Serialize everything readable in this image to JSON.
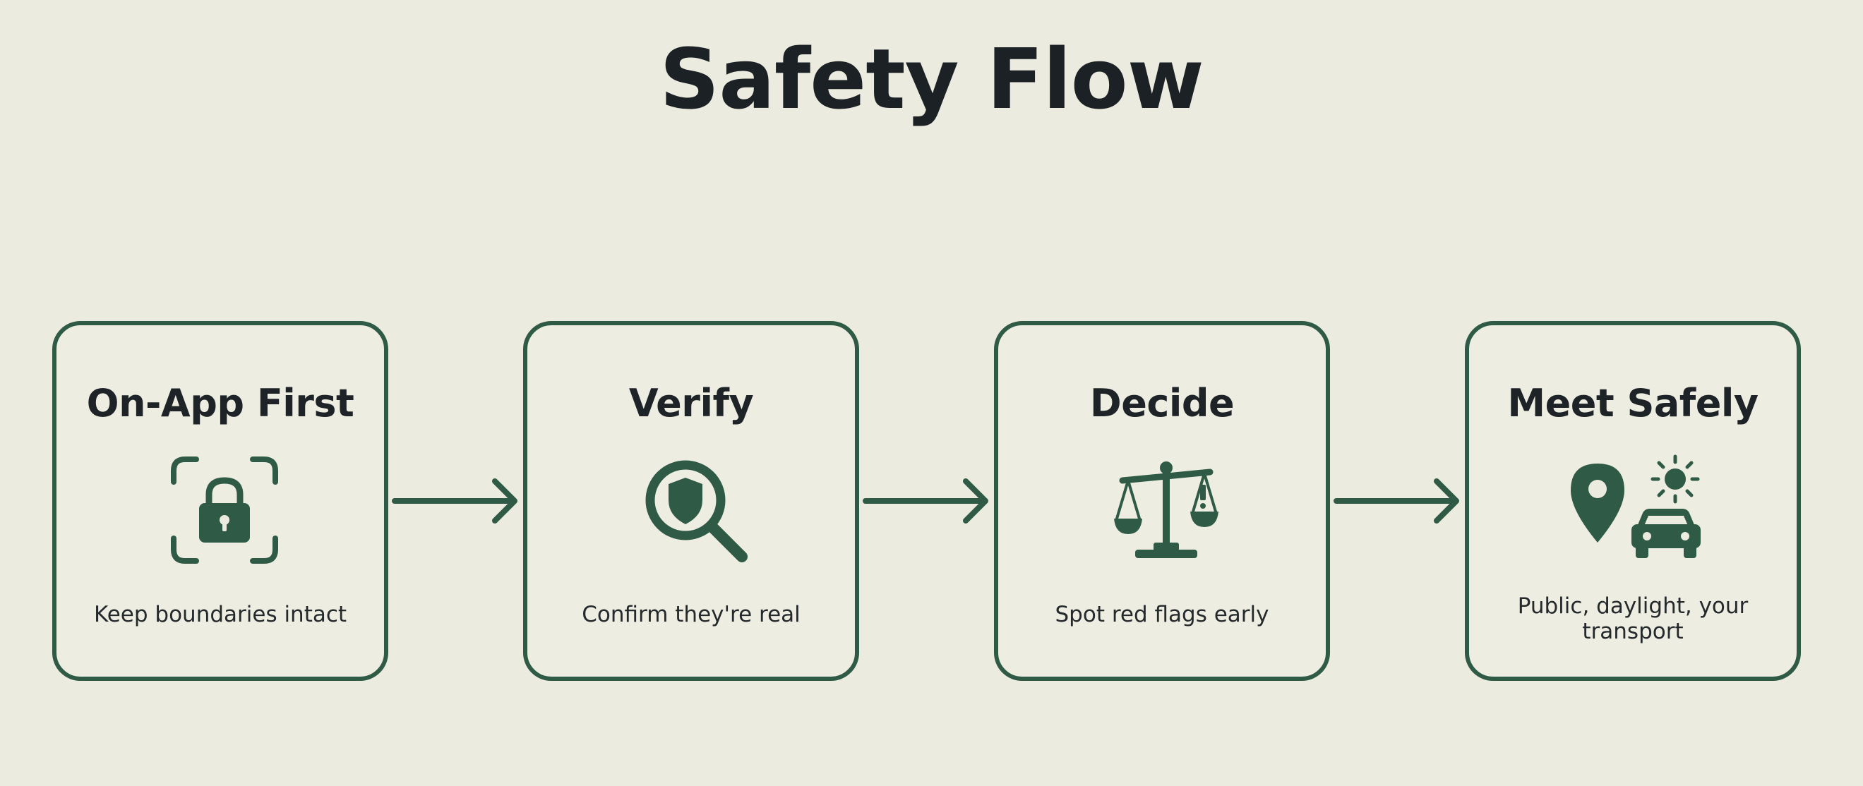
{
  "title": "Safety Flow",
  "colors": {
    "background": "#ecebdf",
    "accent": "#2f5a45",
    "text": "#1c2023"
  },
  "steps": [
    {
      "title": "On-App First",
      "caption": "Keep boundaries intact",
      "icon": "lock-icon"
    },
    {
      "title": "Verify",
      "caption": "Confirm they're real",
      "icon": "magnifier-shield-icon"
    },
    {
      "title": "Decide",
      "caption": "Spot red flags early",
      "icon": "scales-icon"
    },
    {
      "title": "Meet Safely",
      "caption": "Public, daylight, your transport",
      "icon": "location-car-sun-icon"
    }
  ],
  "connectors": [
    "arrow-right-icon",
    "arrow-right-icon",
    "arrow-right-icon"
  ]
}
